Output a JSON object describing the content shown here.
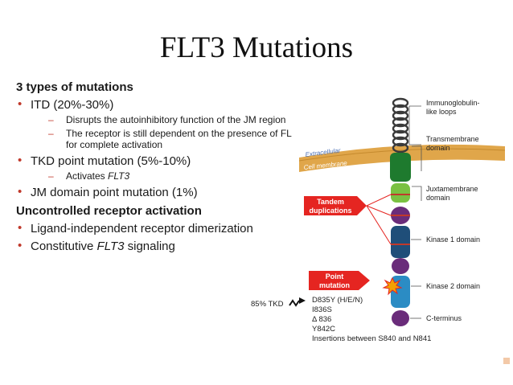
{
  "title": "FLT3 Mutations",
  "left": {
    "heading1": "3 types of mutations",
    "itd": "ITD (20%-30%)",
    "itd_sub1": "Disrupts the autoinhibitory function of the JM region",
    "itd_sub2": "The receptor is still dependent on the presence of FL for complete activation",
    "tkd": "TKD point mutation (5%-10%)",
    "tkd_sub_prefix": "Activates ",
    "gene": "FLT3",
    "jm": "JM domain point mutation (1%)",
    "heading2": "Uncontrolled receptor activation",
    "ligand": "Ligand-independent receptor dimerization",
    "constitutive_prefix": "Constitutive ",
    "constitutive_suffix": " signaling"
  },
  "diagram": {
    "extracellular": "Extracellular",
    "membrane": "Cell membrane",
    "labels": {
      "ig1": "Immunoglobulin-",
      "ig2": "like loops",
      "tm1": "Transmembrane",
      "tm2": "domain",
      "jm1": "Juxtamembrane",
      "jm2": "domain",
      "k1": "Kinase 1 domain",
      "k2": "Kinase 2 domain",
      "ct": "C-terminus"
    },
    "tandem1": "Tandem",
    "tandem2": "duplications",
    "point1": "Point",
    "point2": "mutation",
    "tkd_pct": "85% TKD",
    "mutations": [
      "D835Y (H/E/N)",
      "I836S",
      "Δ 836",
      "Y842C",
      "Insertions between S840 and N841"
    ],
    "colors": {
      "loops": "#3a3a3a",
      "tm": "#1e7a2e",
      "jm": "#7ac142",
      "kinase": "#1f4e79",
      "kinase2": "#2b8cc4",
      "purple": "#6a2c7a",
      "membrane": "#e0a64a",
      "callout": "#e52521"
    }
  }
}
